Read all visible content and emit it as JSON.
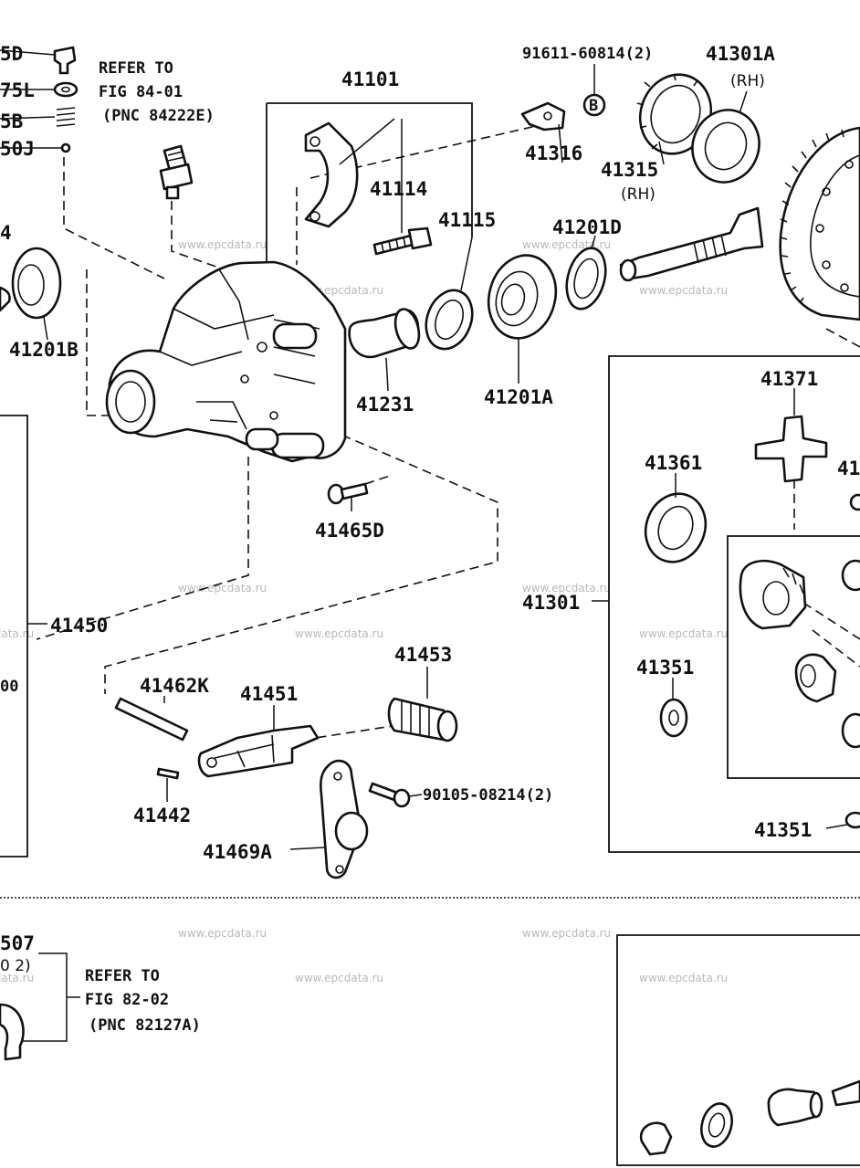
{
  "labels": {
    "p41101": "41101",
    "p41114": "41114",
    "p41115": "41115",
    "p41316": "41316",
    "p41315": "41315",
    "p41315_rh": "(RH)",
    "p91611": "91611-60814(2)",
    "p91611_circle": "B",
    "p41301A": "41301A",
    "p41301A_rh": "(RH)",
    "p41201D": "41201D",
    "p41201A": "41201A",
    "p41201B": "41201B",
    "p41231": "41231",
    "p41465D": "41465D",
    "p41450": "41450",
    "p41462K": "41462K",
    "p41451": "41451",
    "p41453": "41453",
    "p41442": "41442",
    "p41469A": "41469A",
    "p90105": "90105-08214(2)",
    "p41371": "41371",
    "p41361": "41361",
    "p41351a": "41351",
    "p41351b": "41351",
    "p41301": "41301",
    "p41507": "507",
    "p41507_qty": "0 2)",
    "cut_4": "4",
    "cut_00": "00",
    "cut_41": "41",
    "left_a": "5D",
    "left_b": "75L",
    "left_c": "5B",
    "left_d": "50J"
  },
  "notes": {
    "ref1_line1": "REFER TO",
    "ref1_line2": "FIG 84-01",
    "ref1_line3": "(PNC 84222E)",
    "ref2_line1": "REFER TO",
    "ref2_line2": "FIG 82-02",
    "ref2_line3": "(PNC 82127A)"
  },
  "watermark": "www.epcdata.ru"
}
